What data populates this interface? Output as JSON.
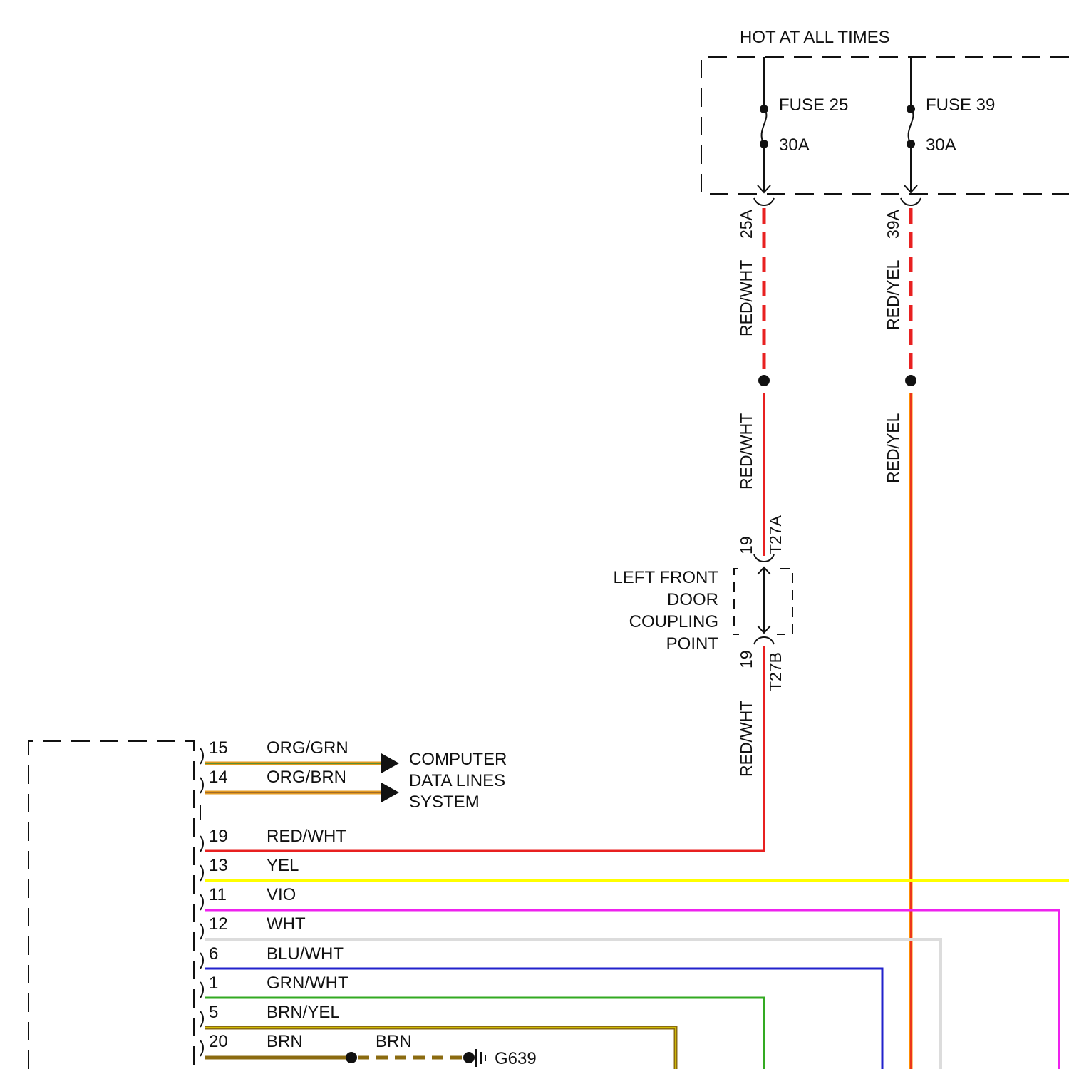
{
  "hot_label": "HOT AT ALL TIMES",
  "fuses": [
    {
      "name": "FUSE 25",
      "rating": "30A",
      "circuit": "25A",
      "wire": "RED/WHT",
      "wire_lower": "RED/WHT"
    },
    {
      "name": "FUSE 39",
      "rating": "30A",
      "circuit": "39A",
      "wire": "RED/YEL",
      "wire_lower": "RED/YEL"
    }
  ],
  "coupling": {
    "lines": [
      "LEFT FRONT",
      "DOOR",
      "COUPLING",
      "POINT"
    ],
    "pin_top": "19",
    "connector_top": "T27A",
    "pin_bottom": "19",
    "connector_bottom": "T27B",
    "wire_below": "RED/WHT"
  },
  "data_lines": [
    "COMPUTER",
    "DATA LINES",
    "SYSTEM"
  ],
  "pins": [
    {
      "pin": "15",
      "wire": "ORG/GRN",
      "color": "#e39a20",
      "stripe": "#2e8b3a"
    },
    {
      "pin": "14",
      "wire": "ORG/BRN",
      "color": "#e39a20",
      "stripe": "#8b5a2b"
    },
    {
      "pin": "19",
      "wire": "RED/WHT",
      "color": "#e82020"
    },
    {
      "pin": "13",
      "wire": "YEL",
      "color": "#ffff00"
    },
    {
      "pin": "11",
      "wire": "VIO",
      "color": "#ee22ee"
    },
    {
      "pin": "12",
      "wire": "WHT",
      "color": "#dcdcdc"
    },
    {
      "pin": "6",
      "wire": "BLU/WHT",
      "color": "#2222cc"
    },
    {
      "pin": "1",
      "wire": "GRN/WHT",
      "color": "#33aa22"
    },
    {
      "pin": "5",
      "wire": "BRN/YEL",
      "color": "#8b6b10",
      "stripe": "#e8d800"
    },
    {
      "pin": "20",
      "wire": "BRN",
      "color": "#8b6b10"
    }
  ],
  "ground": {
    "wire": "BRN",
    "name": "G639"
  },
  "colors": {
    "red": "#e82020",
    "yellow": "#ffff00",
    "orange": "#ff8c00",
    "violet": "#ee22ee",
    "white": "#dcdcdc",
    "blue": "#2222cc",
    "green": "#33aa22",
    "brown": "#8b6b10"
  }
}
